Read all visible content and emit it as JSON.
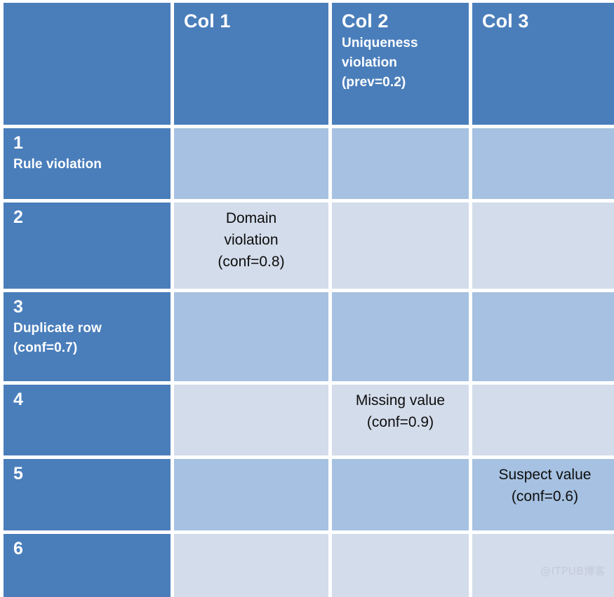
{
  "table": {
    "corner_label": "",
    "column_headers": [
      {
        "title": "Col 1",
        "lines": []
      },
      {
        "title": "Col 2",
        "lines": [
          "Uniqueness",
          "violation",
          "(prev=0.2)"
        ]
      },
      {
        "title": "Col 3",
        "lines": []
      }
    ],
    "row_headers": [
      {
        "num": "1",
        "lines": [
          "Rule violation"
        ]
      },
      {
        "num": "2",
        "lines": []
      },
      {
        "num": "3",
        "lines": [
          "Duplicate row",
          "(conf=0.7)"
        ]
      },
      {
        "num": "4",
        "lines": []
      },
      {
        "num": "5",
        "lines": []
      },
      {
        "num": "6",
        "lines": []
      }
    ],
    "cells": [
      [
        {
          "lines": []
        },
        {
          "lines": []
        },
        {
          "lines": []
        }
      ],
      [
        {
          "lines": [
            "Domain",
            "violation",
            "(conf=0.8)"
          ]
        },
        {
          "lines": []
        },
        {
          "lines": []
        }
      ],
      [
        {
          "lines": []
        },
        {
          "lines": []
        },
        {
          "lines": []
        }
      ],
      [
        {
          "lines": []
        },
        {
          "lines": [
            "Missing value",
            "(conf=0.9)"
          ]
        },
        {
          "lines": []
        }
      ],
      [
        {
          "lines": []
        },
        {
          "lines": []
        },
        {
          "lines": [
            "Suspect value",
            "(conf=0.6)"
          ]
        }
      ],
      [
        {
          "lines": []
        },
        {
          "lines": []
        },
        {
          "lines": []
        }
      ]
    ]
  },
  "watermark": {
    "text": "@ITPUB博客"
  },
  "colors": {
    "header_blue": "#4a7ebb",
    "band_dark": "#a6c1e1",
    "band_light": "#d3dcea",
    "header_text": "#ffffff",
    "body_text": "#0d0d0d",
    "background": "#ffffff",
    "watermark_text": "#c3cbd9"
  }
}
